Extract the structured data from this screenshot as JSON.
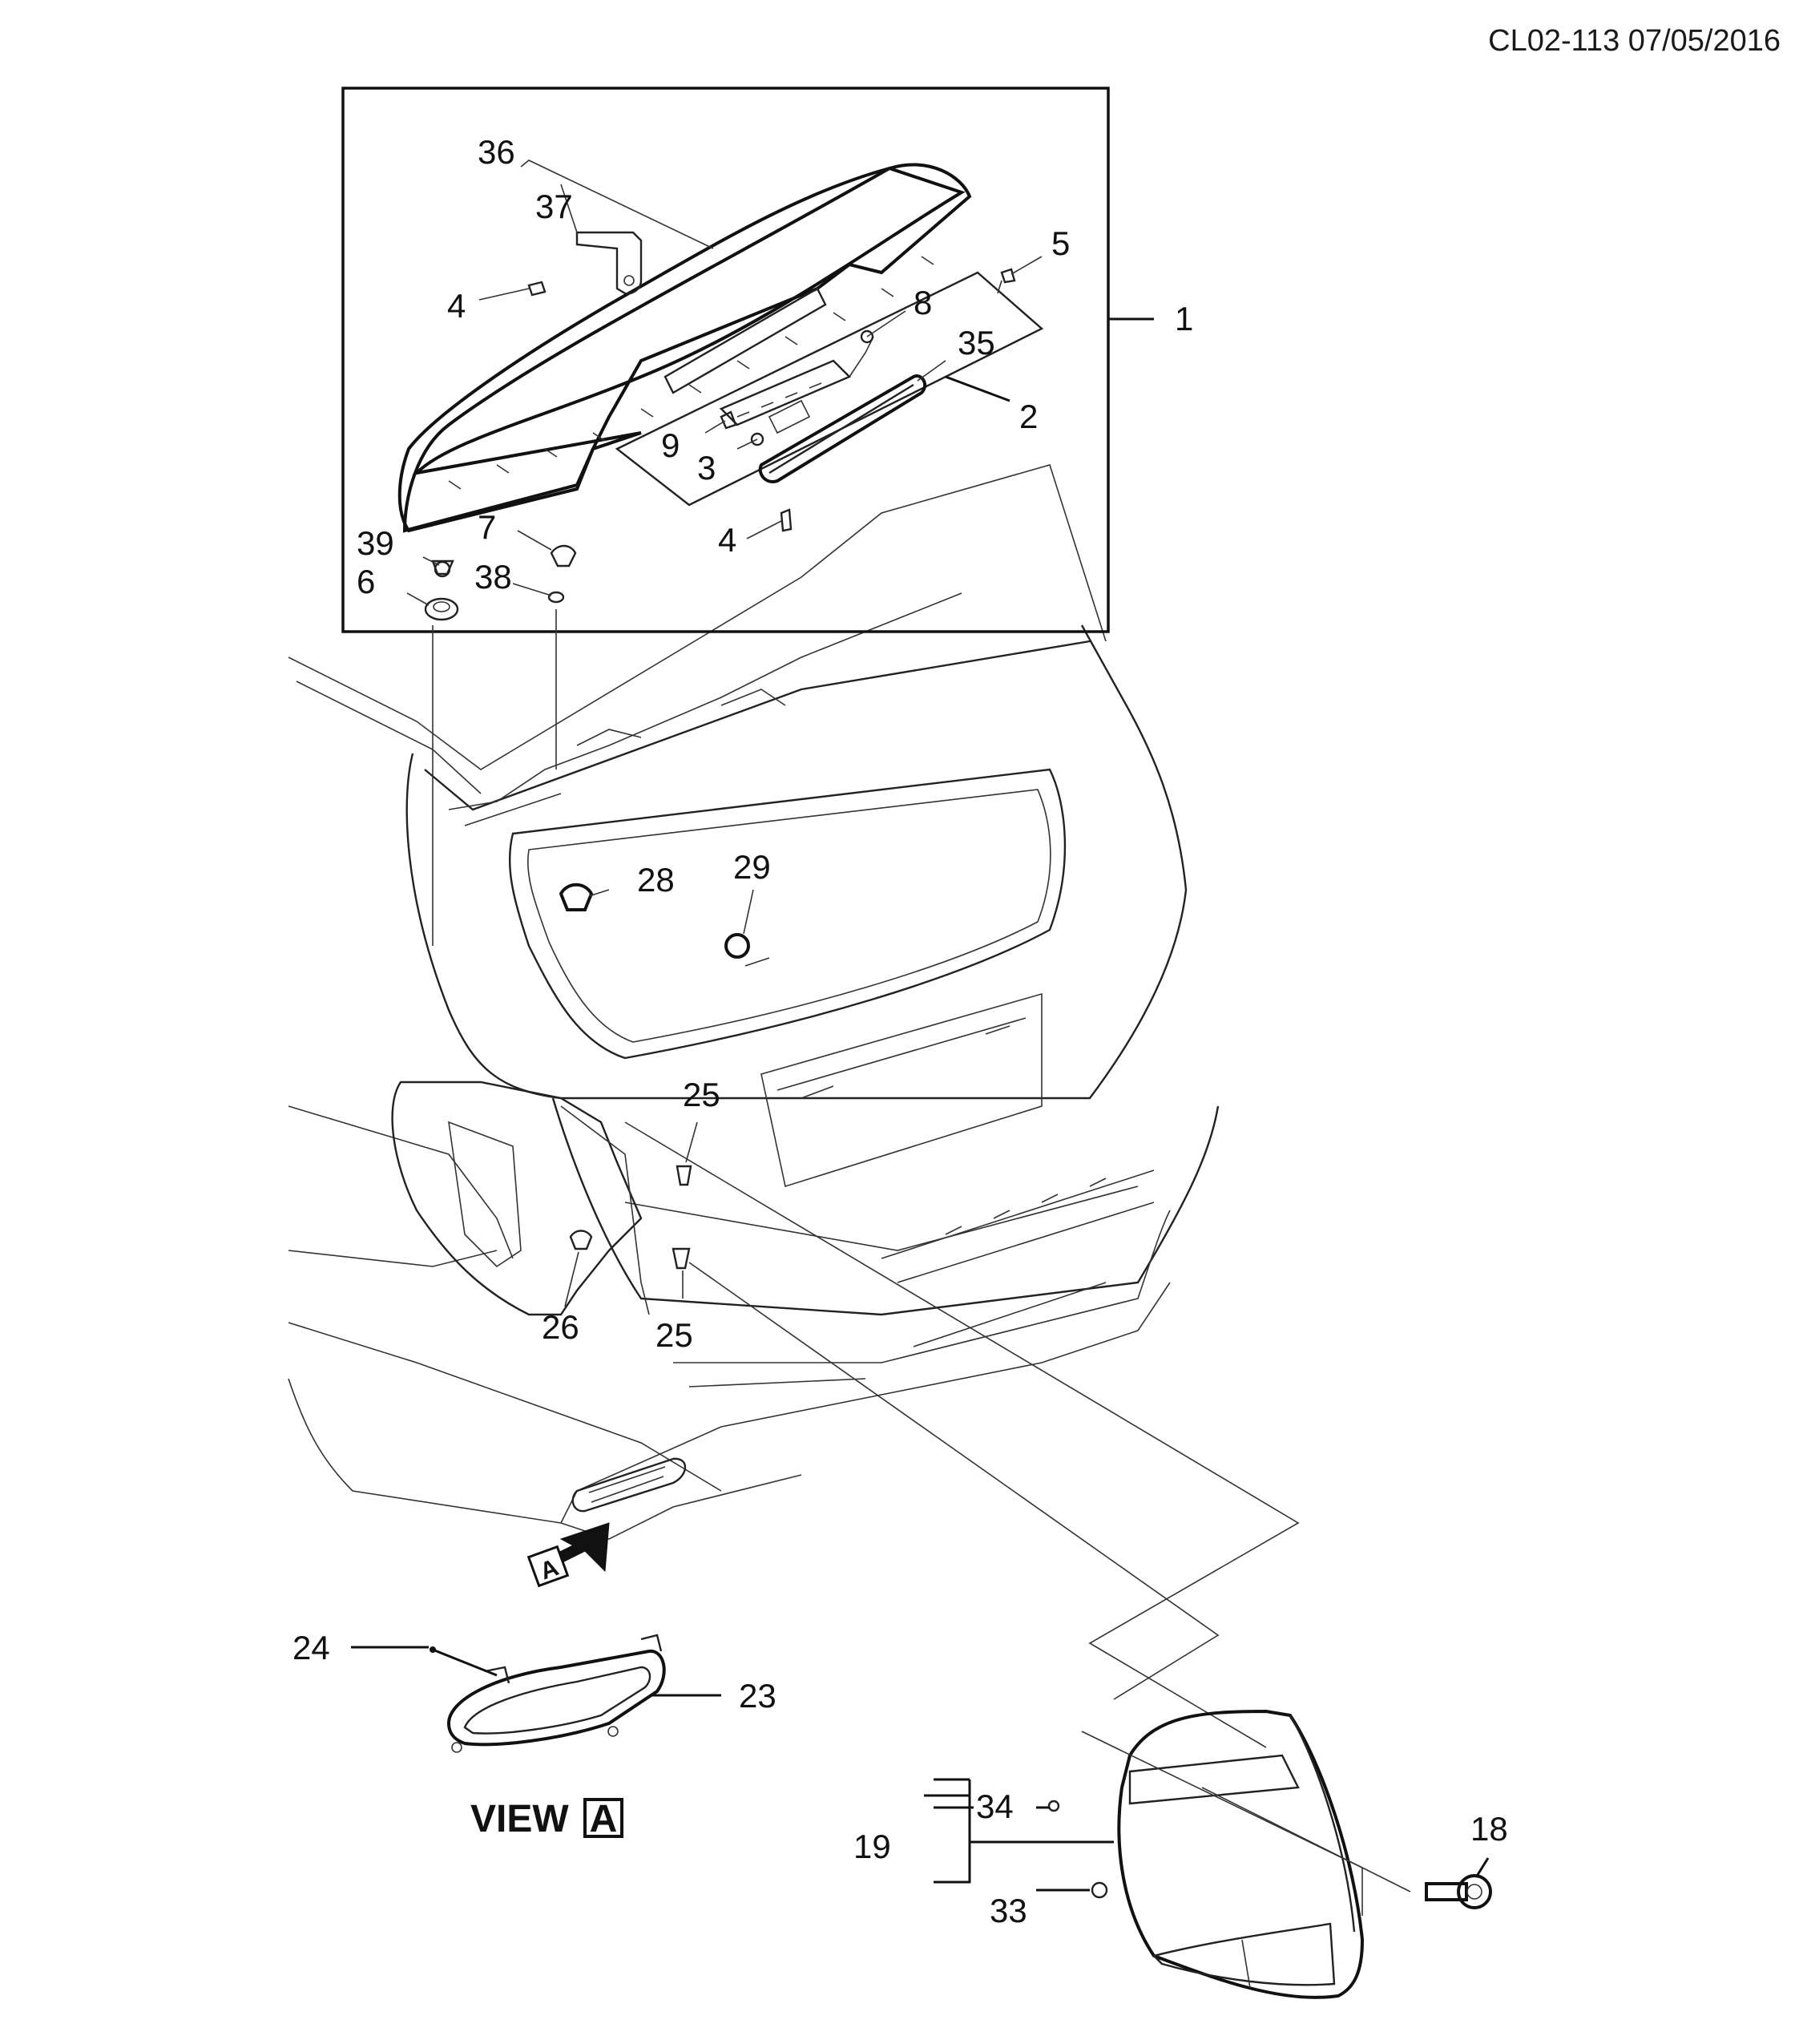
{
  "header": {
    "document_id": "CL02-113 07/05/2016"
  },
  "view_label": {
    "text": "VIEW",
    "letter": "A"
  },
  "view_arrow_letter": "A",
  "callouts": {
    "c1": "1",
    "c2": "2",
    "c3": "3",
    "c4a": "4",
    "c4b": "4",
    "c5": "5",
    "c6": "6",
    "c7": "7",
    "c8": "8",
    "c9": "9",
    "c18": "18",
    "c19": "19",
    "c23": "23",
    "c24": "24",
    "c25a": "25",
    "c25b": "25",
    "c26": "26",
    "c28": "28",
    "c29": "29",
    "c33": "33",
    "c34": "34",
    "c35": "35",
    "c36": "36",
    "c37": "37",
    "c38": "38",
    "c39": "39"
  },
  "icons": {
    "spoiler": "rear-spoiler-icon",
    "brake_lamp": "high-mount-stop-lamp-icon",
    "vehicle": "vehicle-rear-outline-icon",
    "tail_lamp": "tail-lamp-icon",
    "reflector": "bumper-reflector-icon",
    "fastener": "fastener-icon",
    "view_arrow": "view-direction-arrow-icon"
  }
}
